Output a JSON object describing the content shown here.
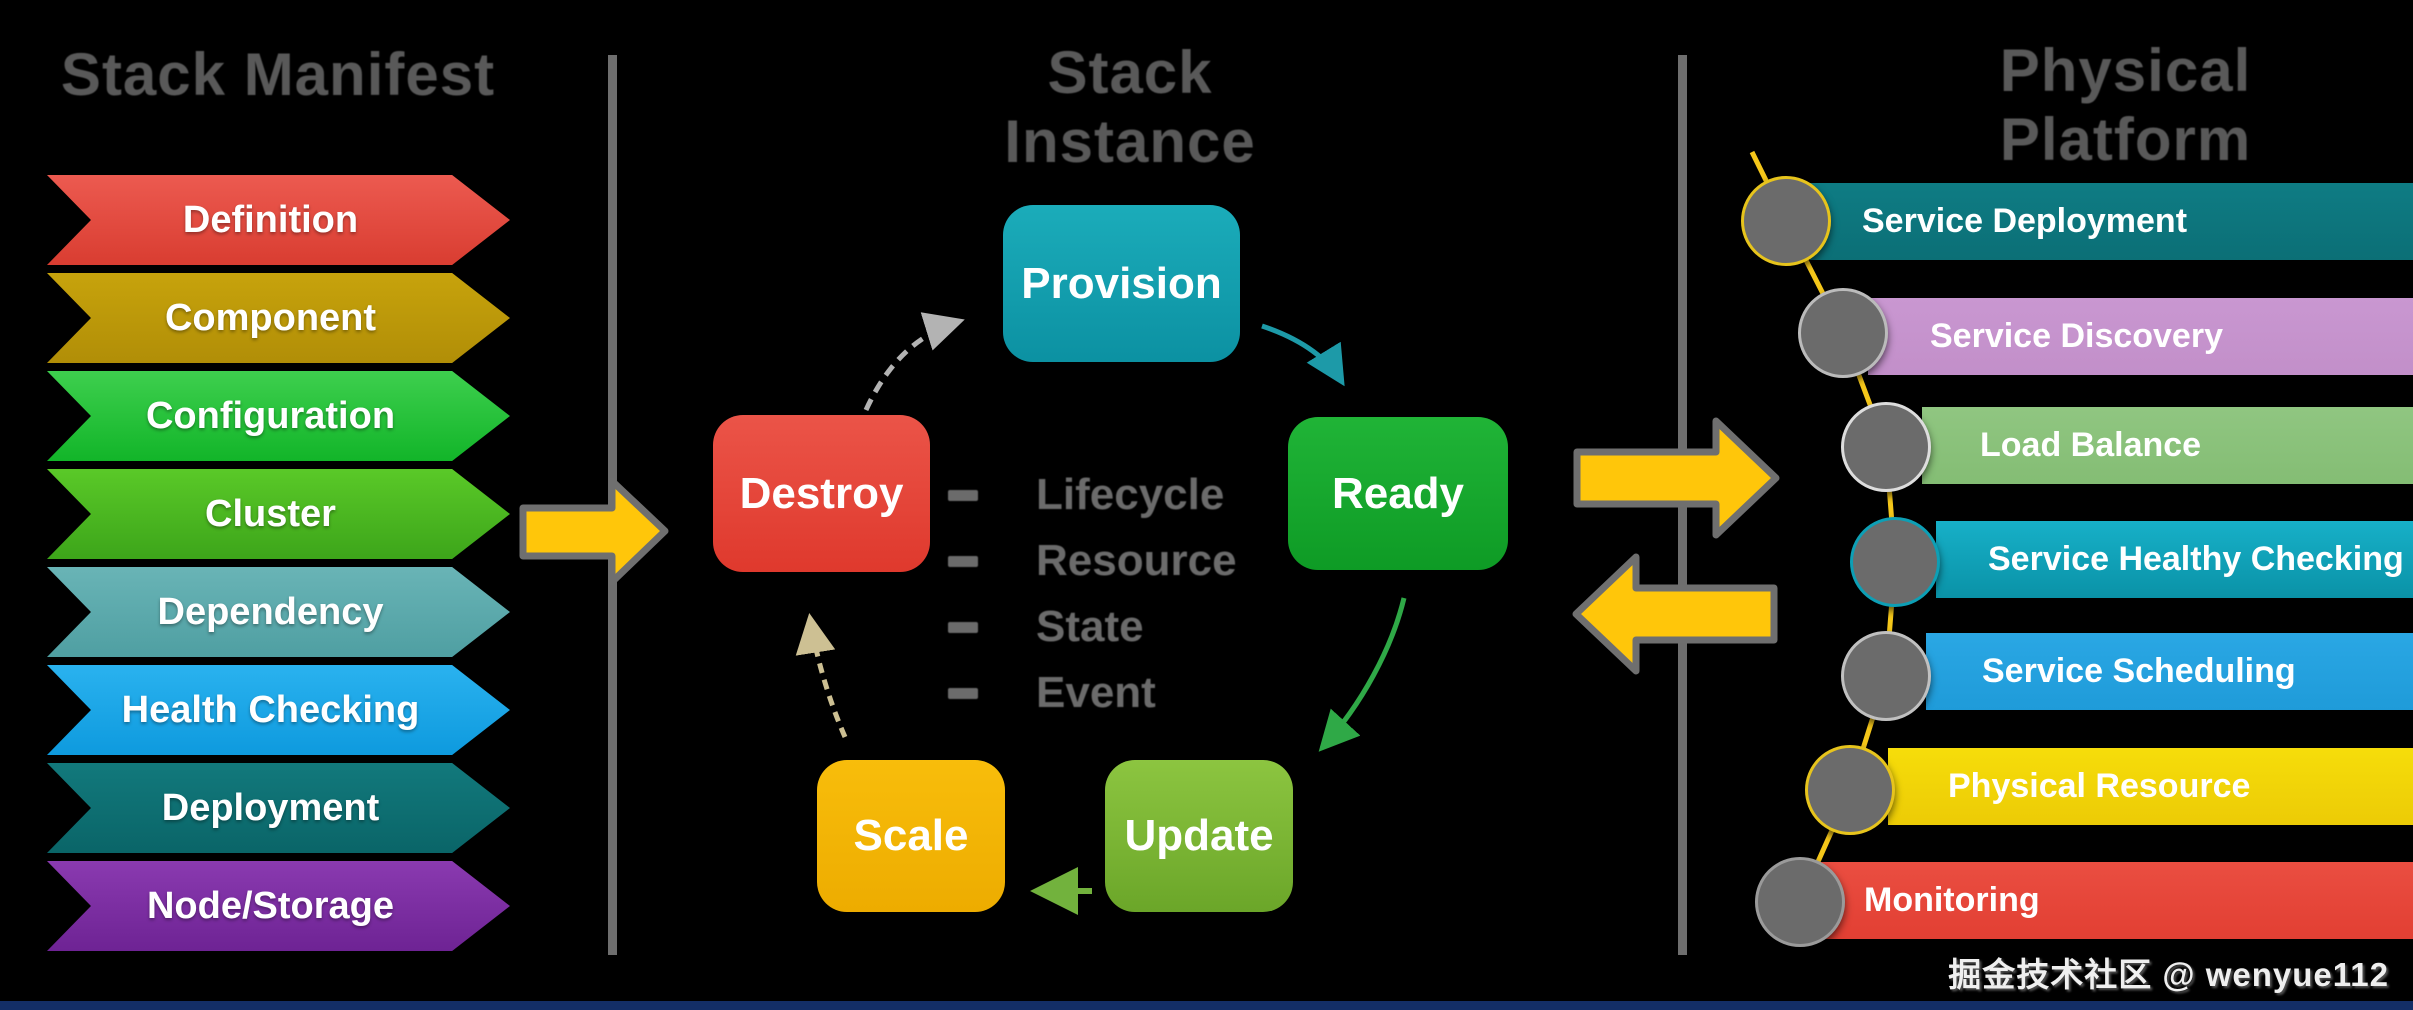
{
  "titles": {
    "manifest": "Stack Manifest",
    "instance": "Stack Instance",
    "platform": "Physical Platform"
  },
  "manifest": {
    "items": [
      {
        "label": "Definition",
        "top": "#ec5a50",
        "bottom": "#d93d31"
      },
      {
        "label": "Component",
        "top": "#c7a30c",
        "bottom": "#b18e07"
      },
      {
        "label": "Configuration",
        "top": "#3ecf4e",
        "bottom": "#12b529"
      },
      {
        "label": "Cluster",
        "top": "#5ac928",
        "bottom": "#3da51a"
      },
      {
        "label": "Dependency",
        "top": "#69b4b6",
        "bottom": "#4f9fa2"
      },
      {
        "label": "Health Checking",
        "top": "#2ab2ef",
        "bottom": "#0e9ade"
      },
      {
        "label": "Deployment",
        "top": "#12797c",
        "bottom": "#0a6568"
      },
      {
        "label": "Node/Storage",
        "top": "#8a3ab0",
        "bottom": "#6e2394"
      }
    ]
  },
  "instance": {
    "states": [
      {
        "label": "Provision",
        "top": "#1bacba",
        "bottom": "#0c91a2"
      },
      {
        "label": "Destroy",
        "top": "#eb5448",
        "bottom": "#df392d"
      },
      {
        "label": "Ready",
        "top": "#20b437",
        "bottom": "#0e9b25"
      },
      {
        "label": "Scale",
        "top": "#f8bd0b",
        "bottom": "#edac00"
      },
      {
        "label": "Update",
        "top": "#8cc540",
        "bottom": "#6ba629"
      }
    ],
    "bullets": [
      "Lifecycle",
      "Resource",
      "State",
      "Event"
    ]
  },
  "platform": {
    "items": [
      {
        "label": "Service Deployment",
        "top": "#0e7c84",
        "bottom": "#0c6f76",
        "ring": "#e7c41c"
      },
      {
        "label": "Service Discovery",
        "top": "#c997d1",
        "bottom": "#c28fc9",
        "ring": "#bbbbbb"
      },
      {
        "label": "Load Balance",
        "top": "#90c681",
        "bottom": "#84bd74",
        "ring": "#dddddd"
      },
      {
        "label": "Service Healthy Checking",
        "top": "#17b0c8",
        "bottom": "#0a92a7",
        "ring": "#0d9fb5"
      },
      {
        "label": "Service Scheduling",
        "top": "#2aa7e4",
        "bottom": "#1f9bd9",
        "ring": "#c0c0c0"
      },
      {
        "label": "Physical Resource",
        "top": "#f6dd0a",
        "bottom": "#eccb06",
        "ring": "#e7c41c"
      },
      {
        "label": "Monitoring",
        "top": "#ea4e41",
        "bottom": "#e23f33",
        "ring": "#9a9a9a"
      }
    ]
  },
  "watermark": "掘金技术社区 @ wenyue112",
  "colors": {
    "background": "#000000",
    "title_text": "#595959",
    "divider": "#6e6e6e",
    "block_arrow_fill": "#ffc60a",
    "block_arrow_stroke": "#6f6f6f",
    "zigzag": "#f5c71a",
    "circle_fill": "#6b6b6b",
    "bullet_text": "#6b6b6b",
    "bottom_strip": "#132e66"
  }
}
